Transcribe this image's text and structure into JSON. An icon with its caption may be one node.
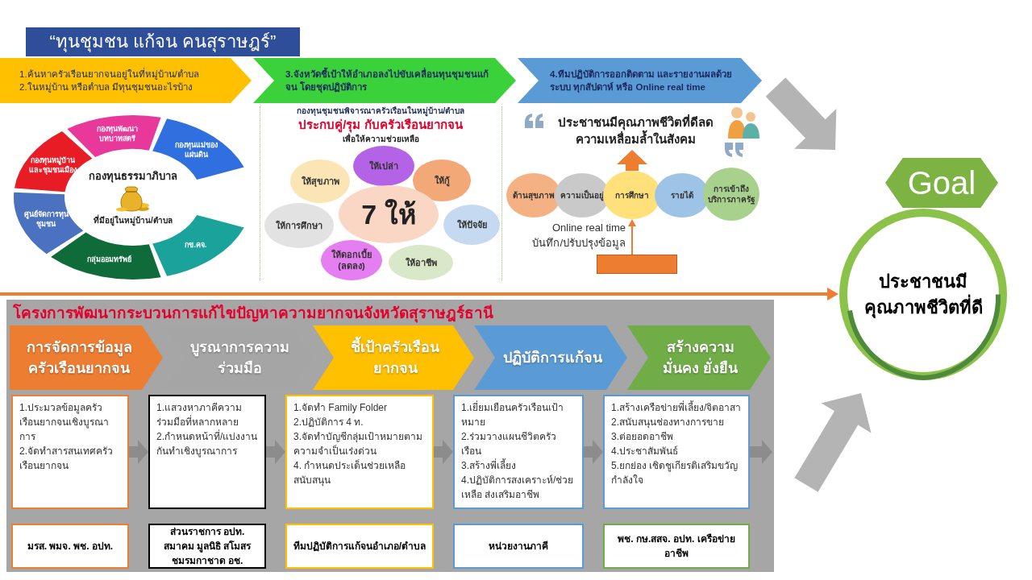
{
  "diagram": {
    "title": "“ทุนชุมชน แก้จน คนสุราษฎร์”",
    "nodes": [
      {
        "text": [],
        "shape": "box"
      },
      {
        "text": [
          "1.ค้นหาครัวเรือนยากจนอยู่ในที่หมู่บ้าน/ตำบล",
          "2.ในหมู่บ้าน หรือตำบล มีทุนชุมชนอะไรบ้าง"
        ]
      },
      {
        "text": [
          "3.จังหวัดชี้เป้าให้อำเภอลงไปขับเคลื่อนทุนชุมชนแก้จน โดยชุดปฏิบัติการ"
        ]
      },
      {
        "text": [
          "4.ทีมปฏิบัติการออกติดตาม และรายงานผลด้วยระบบ ทุกสัปดาห์ หรือ Online real time"
        ]
      },
      {
        "text": [
          "กองทุนพัฒนาบทบาทสตรี"
        ]
      },
      {
        "text": [
          "กองทุนแม่ของแผ่นดิน"
        ]
      },
      {
        "text": [
          "กองทุนหมู่บ้านและชุมชนเมือง"
        ]
      },
      {
        "text": [
          "กองทุนธรรมาภิบาล",
          "ที่มีอยู่ในหมู่บ้าน/ตำบล"
        ]
      },
      {
        "text": [
          "ศูนย์จัดการทุนชุมชน"
        ]
      },
      {
        "text": [
          "กลุ่มออมทรัพย์"
        ]
      },
      {
        "text": [
          "กข.คจ."
        ]
      },
      {
        "text": [
          "ให้เปล่า"
        ]
      },
      {
        "text": [
          "ให้สุขภาพ"
        ]
      },
      {
        "text": [
          "ให้กู้"
        ]
      },
      {
        "text": [
          "7 ให้"
        ]
      },
      {
        "text": [
          "ให้การศึกษา"
        ]
      },
      {
        "text": [
          "ให้ปัจจัย"
        ]
      },
      {
        "text": [
          "ให้ดอกเบี้ย (ลดลง)"
        ]
      },
      {
        "text": [
          "ให้อาชีพ"
        ]
      },
      {
        "text": [
          "ประชาชนมีคุณภาพชีวิตที่ดีลดความเหลื่อมล้ำในสังคม"
        ]
      },
      {
        "text": [
          "ด้านสุขภาพ"
        ]
      },
      {
        "text": [
          "ความเป็นอยู่"
        ]
      },
      {
        "text": [
          "การศึกษา"
        ]
      },
      {
        "text": [
          "รายได้"
        ]
      },
      {
        "text": [
          "การเข้าถึงบริการภาครัฐ"
        ]
      },
      {
        "text": [],
        "shape": "box"
      },
      {
        "text": [
          "Goal"
        ]
      },
      {
        "text": [
          "ประชาชนมีคุณภาพชีวิตที่ดี"
        ]
      },
      {
        "text": [
          "โครงการพัฒนากระบวนการแก้ไขปัญหาความยากจนจังหวัดสุราษฎร์ธานี"
        ]
      },
      {
        "text": [
          "การจัดการข้อมูลครัวเรือนยากจน"
        ],
        "in": 28
      },
      {
        "text": [
          "บูรณาการความร่วมมือ"
        ],
        "in": 28
      },
      {
        "text": [
          "ชี้เป้าครัวเรือนยากจน"
        ],
        "in": 28
      },
      {
        "text": [
          "ปฏิบัติการแก้จน"
        ],
        "in": 28
      },
      {
        "text": [
          "สร้างความมั่นคง ยั่งยืน"
        ],
        "in": 28
      },
      {
        "text": [
          "1.ประมวลข้อมูลครัวเรือนยากจนเชิงบูรณาการ",
          "2.จัดทำสารสนเทศครัวเรือนยากจน"
        ],
        "in": 28
      },
      {
        "text": [
          "1.แสวงหาภาคีความร่วมมือที่หลากหลาย",
          "2.กำหนดหน้าที่/แบ่งงานกันทำเชิงบูรณาการ"
        ],
        "in": 28
      },
      {
        "text": [
          "1.จัดทำ Family Folder",
          "2.ปฏิบัติการ 4 ท.",
          "3.จัดทำบัญชีกลุ่มเป้าหมายตามความจำเป็นเร่งด่วน",
          "4. กำหนดประเด็นช่วยเหลือสนับสนุน"
        ],
        "in": 28
      },
      {
        "text": [
          "1.เยี่ยมเยือนครัวเรือนเป้าหมาย",
          "2.ร่วมวางแผนชีวิตครัวเรือน",
          "3.สร้างพี่เลี้ยง",
          "4.ปฏิบัติการสงเคราะห์/ช่วยเหลือ ส่งเสริมอาชีพ"
        ],
        "in": 28
      },
      {
        "text": [
          "1.สร้างเครือข่ายพี่เลี้ยง/จิตอาสา",
          "2.สนับสนุนช่องทางการขาย",
          "3.ต่อยอดอาชีพ",
          "4.ประชาสัมพันธ์",
          "5.ยกย่อง เชิดชูเกียรติเสริมขวัญกำลังใจ"
        ],
        "in": 28
      },
      {
        "text": [
          "มรส. พมจ. พช. อปท."
        ],
        "in": 28
      },
      {
        "text": [
          "ส่วนราชการ อปท. สมาคม มูลนิธิ สโมสร ชมรมกาชาด อช."
        ],
        "in": 28
      },
      {
        "text": [
          "ทีมปฏิบัติการแก้จนอำเภอ/ตำบล"
        ],
        "in": 28
      },
      {
        "text": [
          "หน่วยงานภาคี"
        ],
        "in": 28
      },
      {
        "text": [
          "พช. กษ.สสจ. อปท. เครือข่ายอาชีพ"
        ],
        "in": 28
      }
    ],
    "edges": [
      {
        "from": 22,
        "to": 19,
        "arrow": "to",
        "style": "thick",
        "color": "#ed7d31"
      },
      {
        "from": 25,
        "to": 22,
        "arrow": "to",
        "color": "#ed7d31"
      },
      {
        "from": null,
        "to": 27,
        "arrow": "to",
        "style": "thick",
        "color": "#ed7d31"
      },
      {
        "from": 34,
        "to": 35,
        "arrow": "to",
        "style": "thick"
      },
      {
        "from": 35,
        "to": 36,
        "arrow": "to",
        "style": "thick"
      },
      {
        "from": 36,
        "to": 37,
        "arrow": "to",
        "style": "thick"
      },
      {
        "from": 37,
        "to": 38,
        "arrow": "to",
        "style": "thick"
      },
      {
        "from": 38,
        "to": null,
        "arrow": "to",
        "style": "thick"
      }
    ],
    "labels": [
      "กองทุนชุมชนพิจารณาครัวเรือนในหมู่บ้าน/ตำบล",
      "ประกบคู่/รุม กับครัวเรือนยากจน",
      "เพื่อให้ความช่วยเหลือ",
      "Online real time",
      "บันทึก/ปรับปรุงข้อมูล"
    ]
  }
}
